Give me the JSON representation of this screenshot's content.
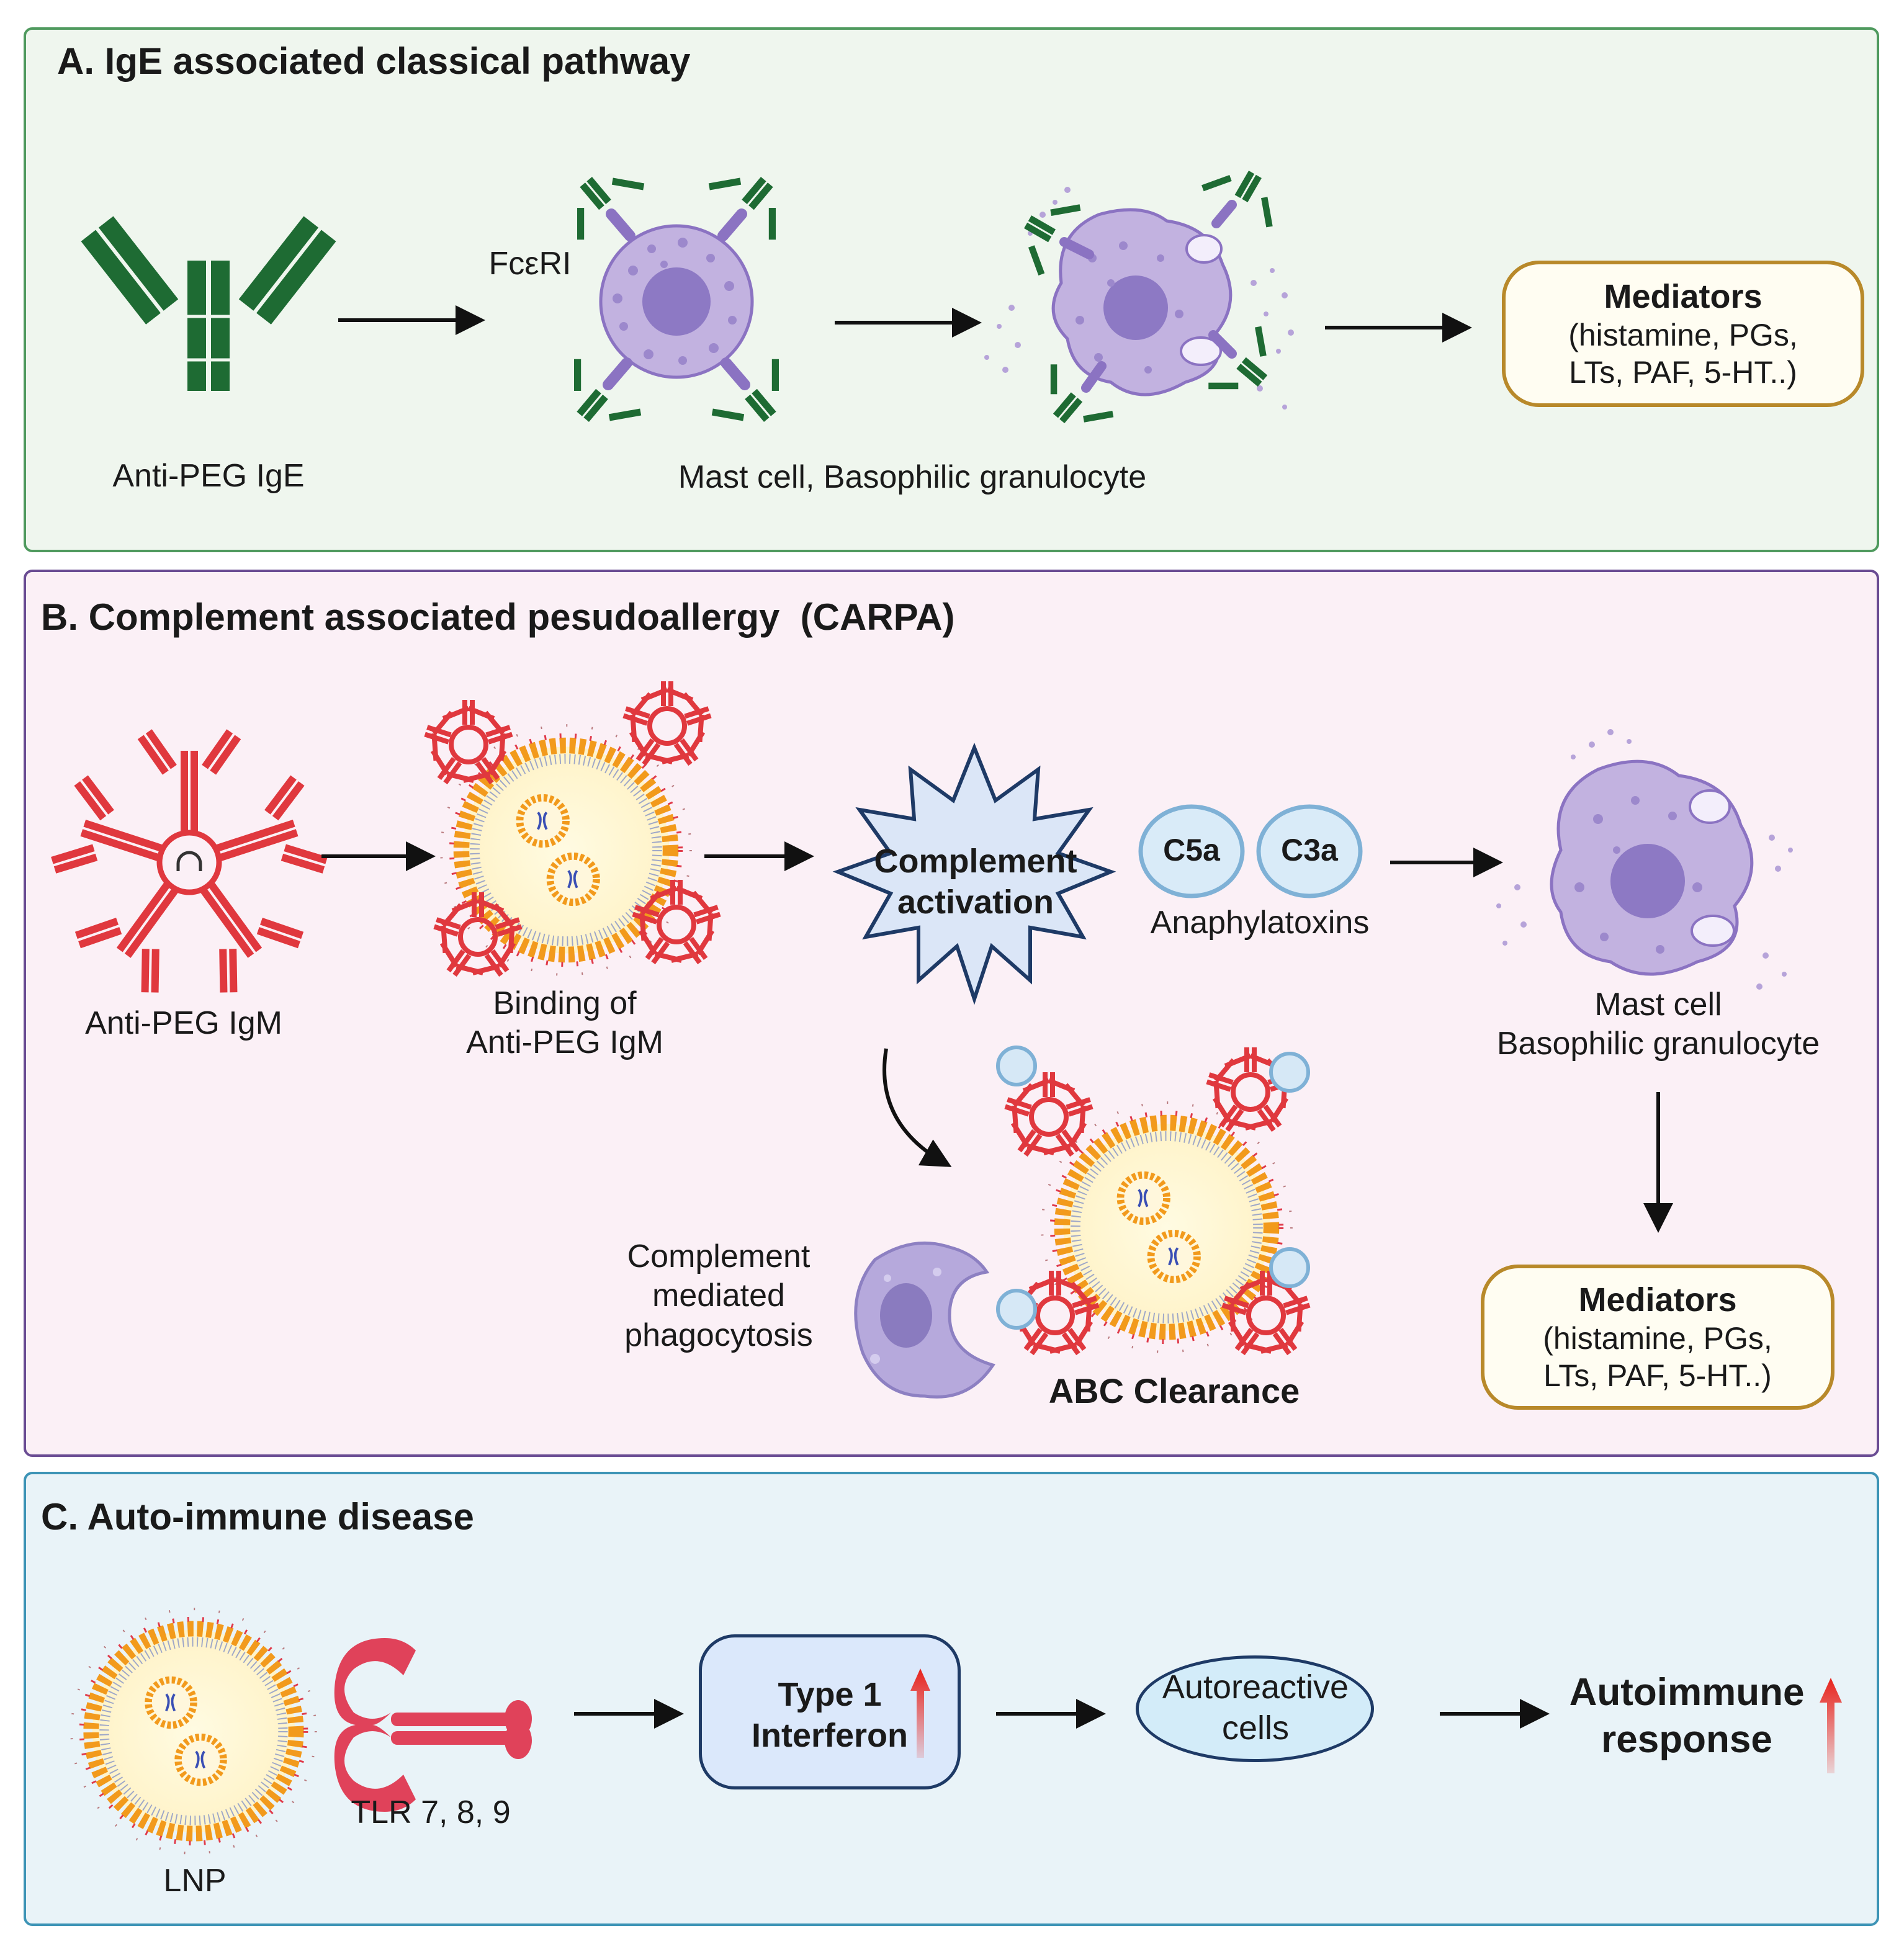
{
  "panels": {
    "a": {
      "title": "A. IgE associated classical pathway"
    },
    "b": {
      "title": "B. Complement associated pesudoallergy  (CARPA)"
    },
    "c": {
      "title": "C. Auto-immune disease"
    }
  },
  "panel_a": {
    "ige_label": "Anti-PEG IgE",
    "receptor_label": "FcεRI",
    "cell_label": "Mast cell, Basophilic granulocyte",
    "mediators": {
      "title": "Mediators",
      "line1": "(histamine, PGs,",
      "line2": "LTs, PAF, 5-HT..)"
    }
  },
  "panel_b": {
    "igm_label": "Anti-PEG IgM",
    "binding_line1": "Binding of",
    "binding_line2": "Anti-PEG IgM",
    "complement_line1": "Complement",
    "complement_line2": "activation",
    "c5a": "C5a",
    "c3a": "C3a",
    "anaphylatoxins": "Anaphylatoxins",
    "mast_line1": "Mast cell",
    "mast_line2": "Basophilic granulocyte",
    "phago_line1": "Complement",
    "phago_line2": "mediated",
    "phago_line3": "phagocytosis",
    "abc": "ABC Clearance",
    "mediators": {
      "title": "Mediators",
      "line1": "(histamine, PGs,",
      "line2": "LTs, PAF, 5-HT..)"
    }
  },
  "panel_c": {
    "lnp": "LNP",
    "tlr": "TLR 7, 8, 9",
    "ifn_line1": "Type 1",
    "ifn_line2": "Interferon",
    "auto_line1": "Autoreactive",
    "auto_line2": "cells",
    "resp_line1": "Autoimmune",
    "resp_line2": "response"
  },
  "colors": {
    "panel_a_border": "#4f9a5e",
    "panel_b_border": "#6a4c93",
    "panel_c_border": "#3d94b6",
    "ige_green": "#1e6b33",
    "igm_red": "#e0383e",
    "cell_purple": "#b6a3d9",
    "mediator_border": "#b8892a",
    "up_arrow": "#e8231c"
  }
}
